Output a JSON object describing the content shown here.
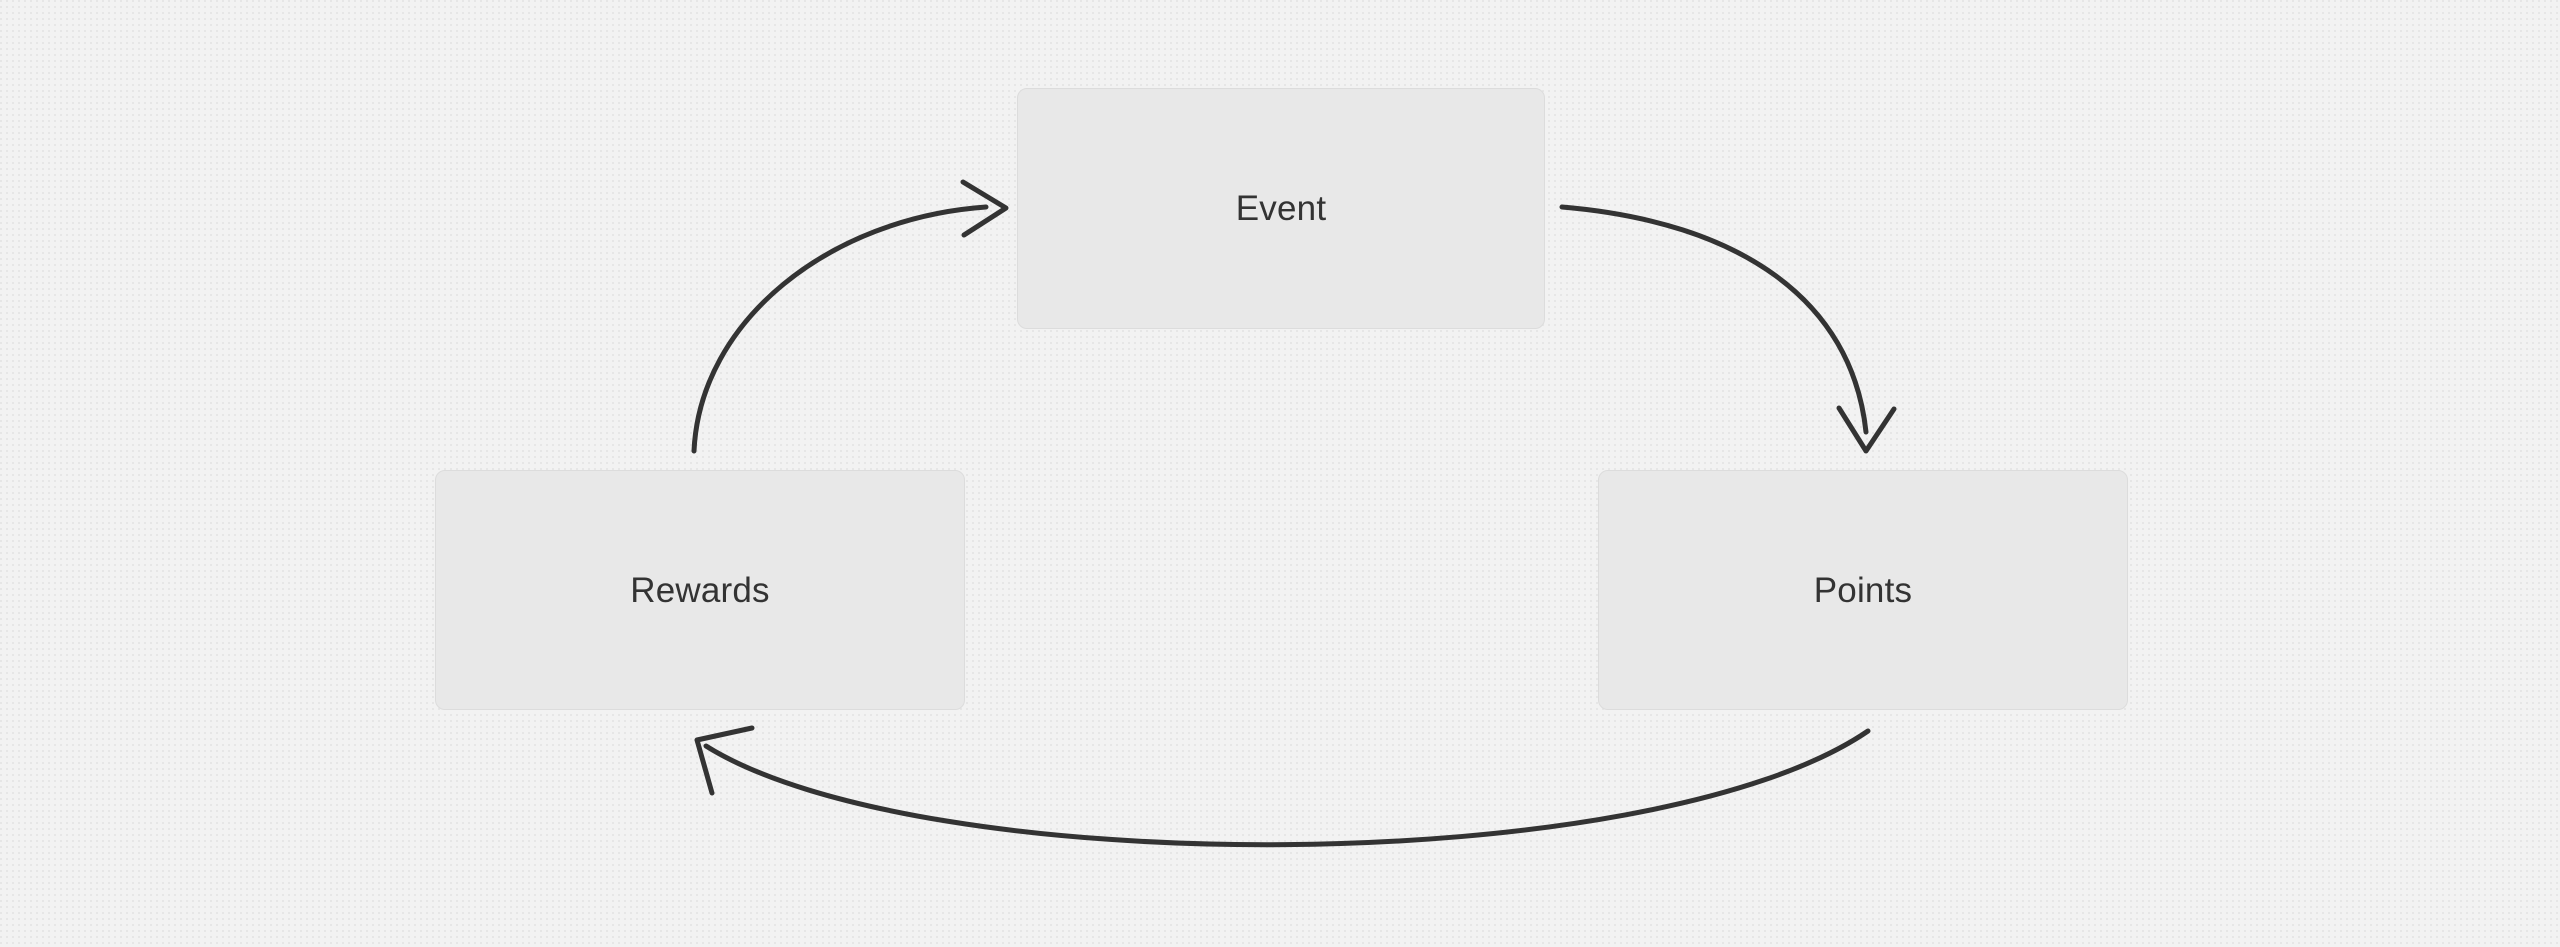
{
  "diagram": {
    "type": "cycle-flowchart",
    "background_color": "#f2f2f2",
    "node_fill_color": "#e8e8e8",
    "node_border_color": "#dcdcdc",
    "edge_color": "#333333",
    "label_color": "#333333",
    "nodes": [
      {
        "id": "event",
        "label": "Event"
      },
      {
        "id": "rewards",
        "label": "Rewards"
      },
      {
        "id": "points",
        "label": "Points"
      }
    ],
    "edges": [
      {
        "id": "event-to-points",
        "from": "Event",
        "to": "Points",
        "style": "curved-arrow"
      },
      {
        "id": "points-to-rewards",
        "from": "Points",
        "to": "Rewards",
        "style": "curved-arrow"
      },
      {
        "id": "rewards-to-event",
        "from": "Rewards",
        "to": "Event",
        "style": "curved-arrow"
      }
    ]
  }
}
